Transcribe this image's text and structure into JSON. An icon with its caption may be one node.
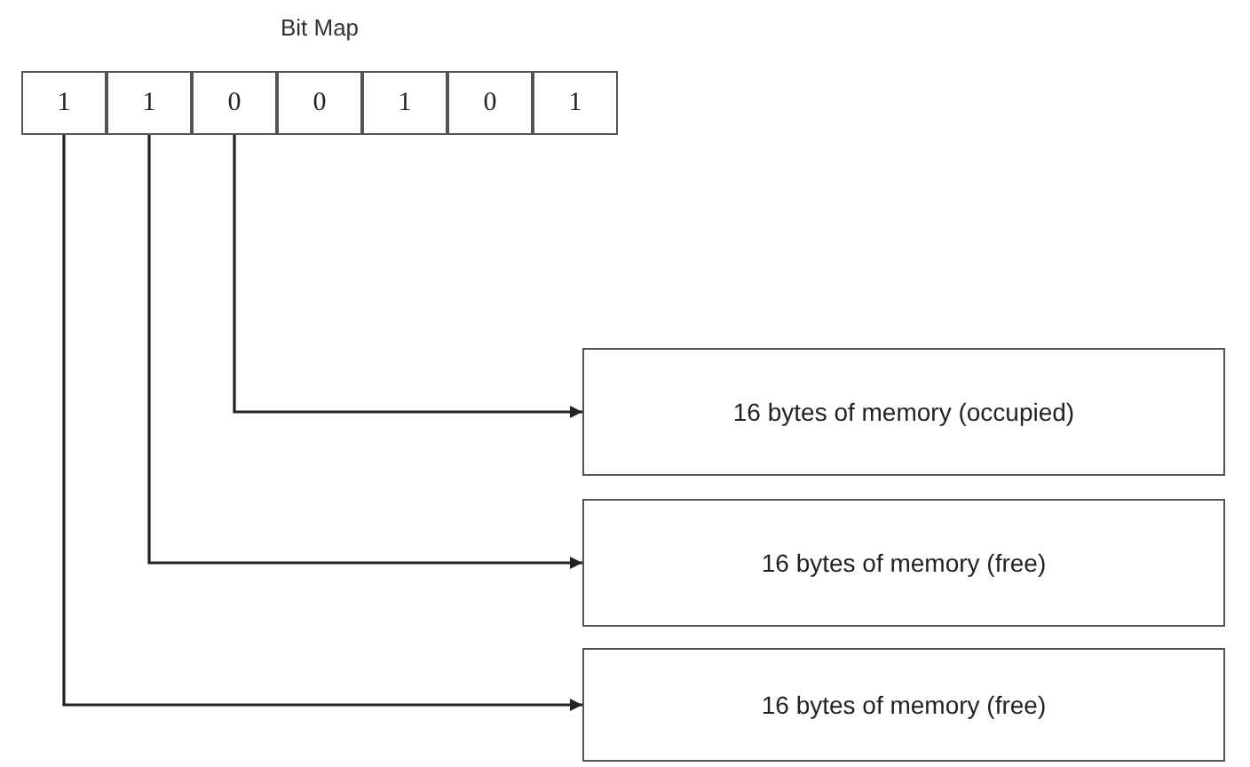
{
  "diagram": {
    "title": "Bit Map",
    "nodes": [
      {
        "text": [
          "1"
        ]
      },
      {
        "text": [
          "1"
        ]
      },
      {
        "text": [
          "0"
        ]
      },
      {
        "text": [
          "0"
        ]
      },
      {
        "text": [
          "1"
        ]
      },
      {
        "text": [
          "0"
        ]
      },
      {
        "text": [
          "1"
        ]
      },
      {
        "text": [
          "16 bytes of memory (occupied)"
        ]
      },
      {
        "text": [
          "16 bytes of memory (free)"
        ]
      },
      {
        "text": [
          "16 bytes of memory (free)"
        ]
      }
    ],
    "edges": [
      {
        "from": 2,
        "to": 7,
        "arrow": "to"
      },
      {
        "from": 1,
        "to": 8,
        "arrow": "to"
      },
      {
        "from": 0,
        "to": 9,
        "arrow": "to"
      }
    ]
  }
}
